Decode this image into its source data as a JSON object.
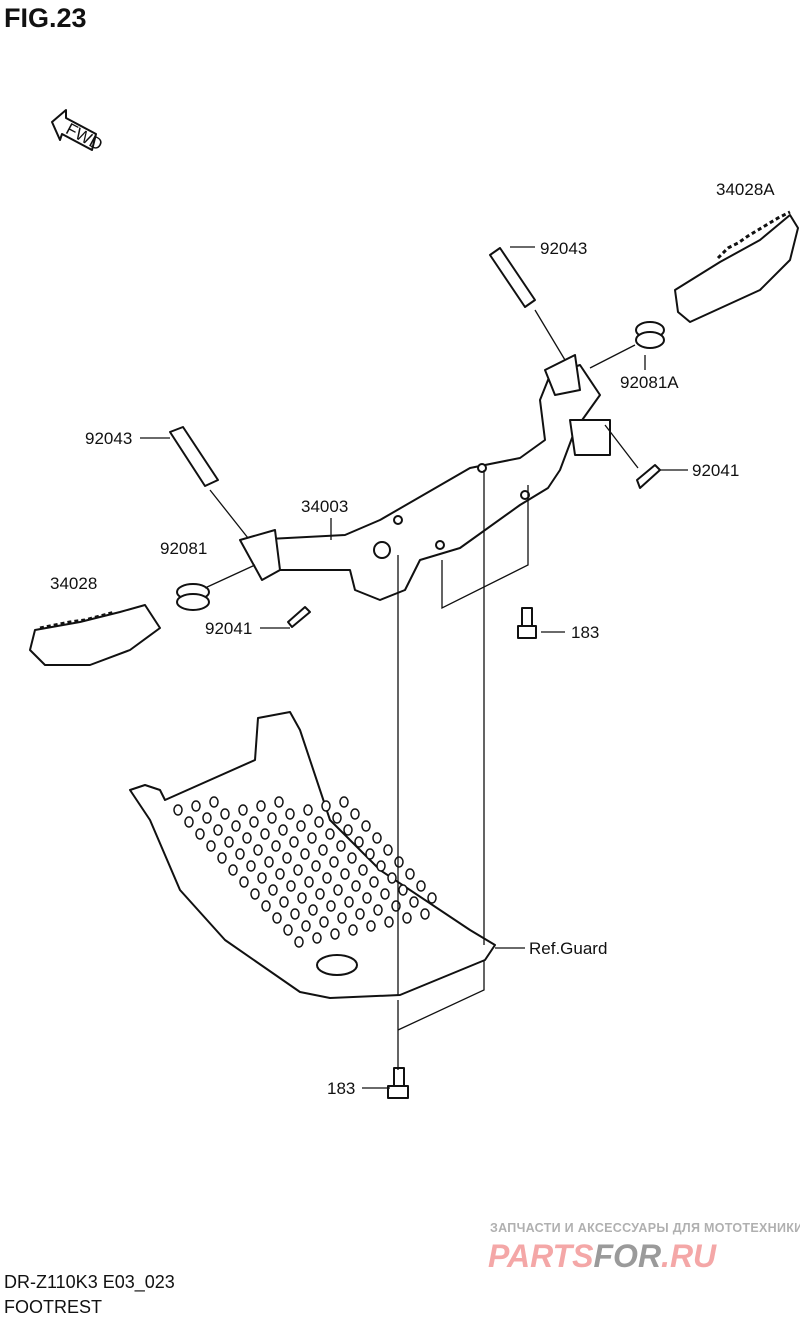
{
  "figure": {
    "title": "FIG.23",
    "fwd_label": "FWD"
  },
  "callouts": {
    "step_right": "34028A",
    "pin_right": "92043",
    "spring_right": "92081A",
    "cotter_right": "92041",
    "pin_left": "92043",
    "bracket": "34003",
    "spring_left": "92081",
    "step_left": "34028",
    "cotter_left": "92041",
    "bolt_upper": "183",
    "guard": "Ref.Guard",
    "bolt_lower": "183"
  },
  "footer": {
    "model": "DR-Z110K3 E03_023",
    "section": "FOOTREST"
  },
  "watermark": {
    "tagline": "ЗАПЧАСТИ И АКСЕССУАРЫ ДЛЯ МОТОТЕХНИКИ",
    "brand_a": "PARTS",
    "brand_b": "FOR",
    "brand_c": ".RU"
  }
}
